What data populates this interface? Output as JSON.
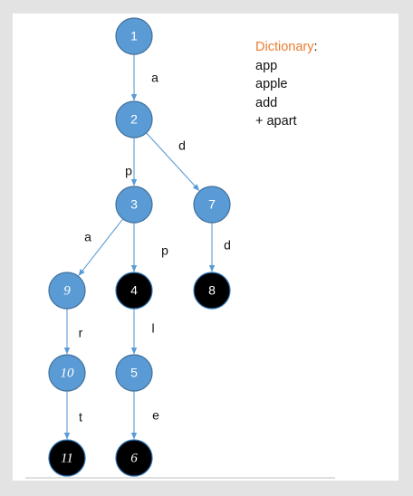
{
  "dictionary": {
    "title": "Dictionary",
    "title_suffix": ":",
    "title_color": "#ed7d31",
    "words": [
      "app",
      "apple",
      "add",
      "+ apart"
    ]
  },
  "colors": {
    "node_blue_fill": "#5b9bd5",
    "node_blue_stroke": "#41719c",
    "node_black_fill": "#000000",
    "node_black_stroke": "#2e75b6",
    "edge": "#5b9bd5",
    "label_text": "#111111",
    "node_text": "#ffffff"
  },
  "trie": {
    "nodes": [
      {
        "id": "1",
        "label": "1",
        "kind": "blue",
        "italic": false
      },
      {
        "id": "2",
        "label": "2",
        "kind": "blue",
        "italic": false
      },
      {
        "id": "3",
        "label": "3",
        "kind": "blue",
        "italic": false
      },
      {
        "id": "7",
        "label": "7",
        "kind": "blue",
        "italic": false
      },
      {
        "id": "9",
        "label": "9",
        "kind": "blue",
        "italic": true
      },
      {
        "id": "4",
        "label": "4",
        "kind": "black",
        "italic": false
      },
      {
        "id": "8",
        "label": "8",
        "kind": "black",
        "italic": false
      },
      {
        "id": "10",
        "label": "10",
        "kind": "blue",
        "italic": true
      },
      {
        "id": "5",
        "label": "5",
        "kind": "blue",
        "italic": false
      },
      {
        "id": "11",
        "label": "11",
        "kind": "black",
        "italic": true
      },
      {
        "id": "6",
        "label": "6",
        "kind": "black",
        "italic": true
      }
    ],
    "edges": [
      {
        "from": "1",
        "to": "2",
        "label": "a"
      },
      {
        "from": "2",
        "to": "3",
        "label": "p"
      },
      {
        "from": "2",
        "to": "7",
        "label": "d"
      },
      {
        "from": "3",
        "to": "9",
        "label": "a"
      },
      {
        "from": "3",
        "to": "4",
        "label": "p"
      },
      {
        "from": "7",
        "to": "8",
        "label": "d"
      },
      {
        "from": "9",
        "to": "10",
        "label": "r"
      },
      {
        "from": "4",
        "to": "5",
        "label": "l"
      },
      {
        "from": "10",
        "to": "11",
        "label": "t"
      },
      {
        "from": "5",
        "to": "6",
        "label": "e"
      }
    ]
  }
}
